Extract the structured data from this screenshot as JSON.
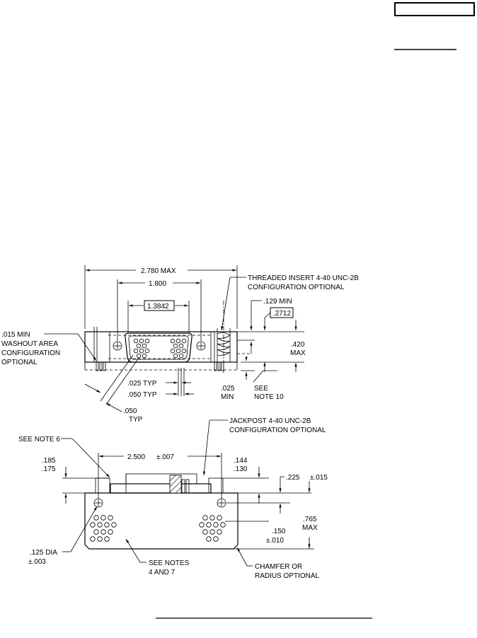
{
  "top_view": {
    "dim_overall": "2.780 MAX",
    "dim_mount_spacing": "1.800",
    "dim_pin_field": "1.3842",
    "threaded_insert_line1": "THREADED INSERT 4-40 UNC-2B",
    "threaded_insert_line2": "CONFIGURATION OPTIONAL",
    "dim_min_129": ".129 MIN",
    "dim_2712": ".2712",
    "washout_line1": ".015 MIN",
    "washout_line2": "WASHOUT AREA",
    "washout_line3": "CONFIGURATION",
    "washout_line4": "OPTIONAL",
    "dim_420": ".420",
    "dim_420_max": "MAX",
    "dim_025_typ": ".025 TYP",
    "dim_050_typ": ".050 TYP",
    "dim_025": ".025",
    "dim_025_min": "MIN",
    "see_note10_line1": "SEE",
    "see_note10_line2": "NOTE 10",
    "dim_050": ".050",
    "dim_050_typ2": "TYP"
  },
  "front_view": {
    "see_note6": "SEE NOTE 6",
    "jackpost_line1": "JACKPOST 4-40 UNC-2B",
    "jackpost_line2": "CONFIGURATION OPTIONAL",
    "dim_185": ".185",
    "dim_175": ".175",
    "dim_2500": "2.500",
    "dim_2500_tol": "±.007",
    "dim_144": ".144",
    "dim_130": ".130",
    "dim_225": ".225",
    "dim_225_tol": "±.015",
    "dim_765": ".765",
    "dim_765_max": "MAX",
    "dim_150": ".150",
    "dim_150_tol": "±.010",
    "hole_dia_line1": ".125 DIA",
    "hole_dia_line2": "±.003",
    "see_notes_line1": "SEE NOTES",
    "see_notes_line2": "4 AND 7",
    "chamfer_line1": "CHAMFER OR",
    "chamfer_line2": "RADIUS OPTIONAL"
  }
}
